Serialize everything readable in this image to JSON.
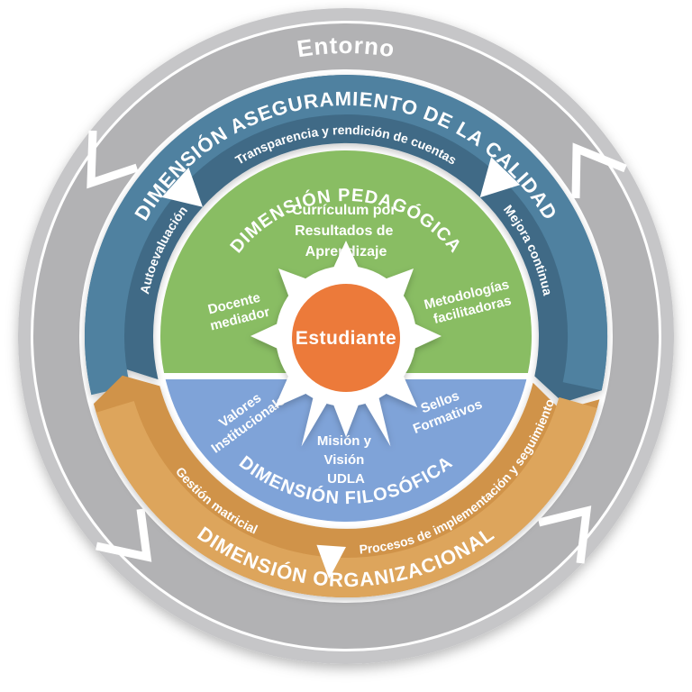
{
  "diagram": {
    "outer_ring_label": "Entorno",
    "quality_ring": {
      "title": "DIMENSIÓN ASEGURAMIENTO DE LA CALIDAD",
      "left_label": "Autoevaluación",
      "top_label": "Transparencia y rendición de cuentas",
      "right_label": "Mejora continua"
    },
    "organizational_ring": {
      "title": "DIMENSIÓN ORGANIZACIONAL",
      "left_label": "Gestión matricial",
      "right_label": "Procesos de implementación y seguimiento"
    },
    "pedagogical_half": {
      "title": "DIMENSIÓN PEDAGÓGICA",
      "curriculum": {
        "line1": "Currículum por",
        "line2": "Resultados de",
        "line3": "Aprendizaje"
      },
      "docente": {
        "line1": "Docente",
        "line2": "mediador"
      },
      "metodologias": {
        "line1": "Metodologías",
        "line2": "facilitadoras"
      }
    },
    "philosophical_half": {
      "title": "DIMENSIÓN FILOSÓFICA",
      "valores": {
        "line1": "Valores",
        "line2": "Institucionales"
      },
      "mision": {
        "line1": "Misión y",
        "line2": "Visión",
        "line3": "UDLA"
      },
      "sellos": {
        "line1": "Sellos",
        "line2": "Formativos"
      }
    },
    "center_label": "Estudiante",
    "colors": {
      "outer_ring_gray": "#b2b2b4",
      "outer_rim_gray": "#c6c6c8",
      "quality_teal_dark": "#3f6b86",
      "quality_teal_light": "#4f81a0",
      "organizational_orange_dark": "#d09348",
      "organizational_orange_light": "#dda55c",
      "pedagogical_green": "#89bd63",
      "philosophical_blue": "#7fa3d8",
      "student_orange": "#ec7a3a",
      "text_white": "#ffffff"
    }
  }
}
